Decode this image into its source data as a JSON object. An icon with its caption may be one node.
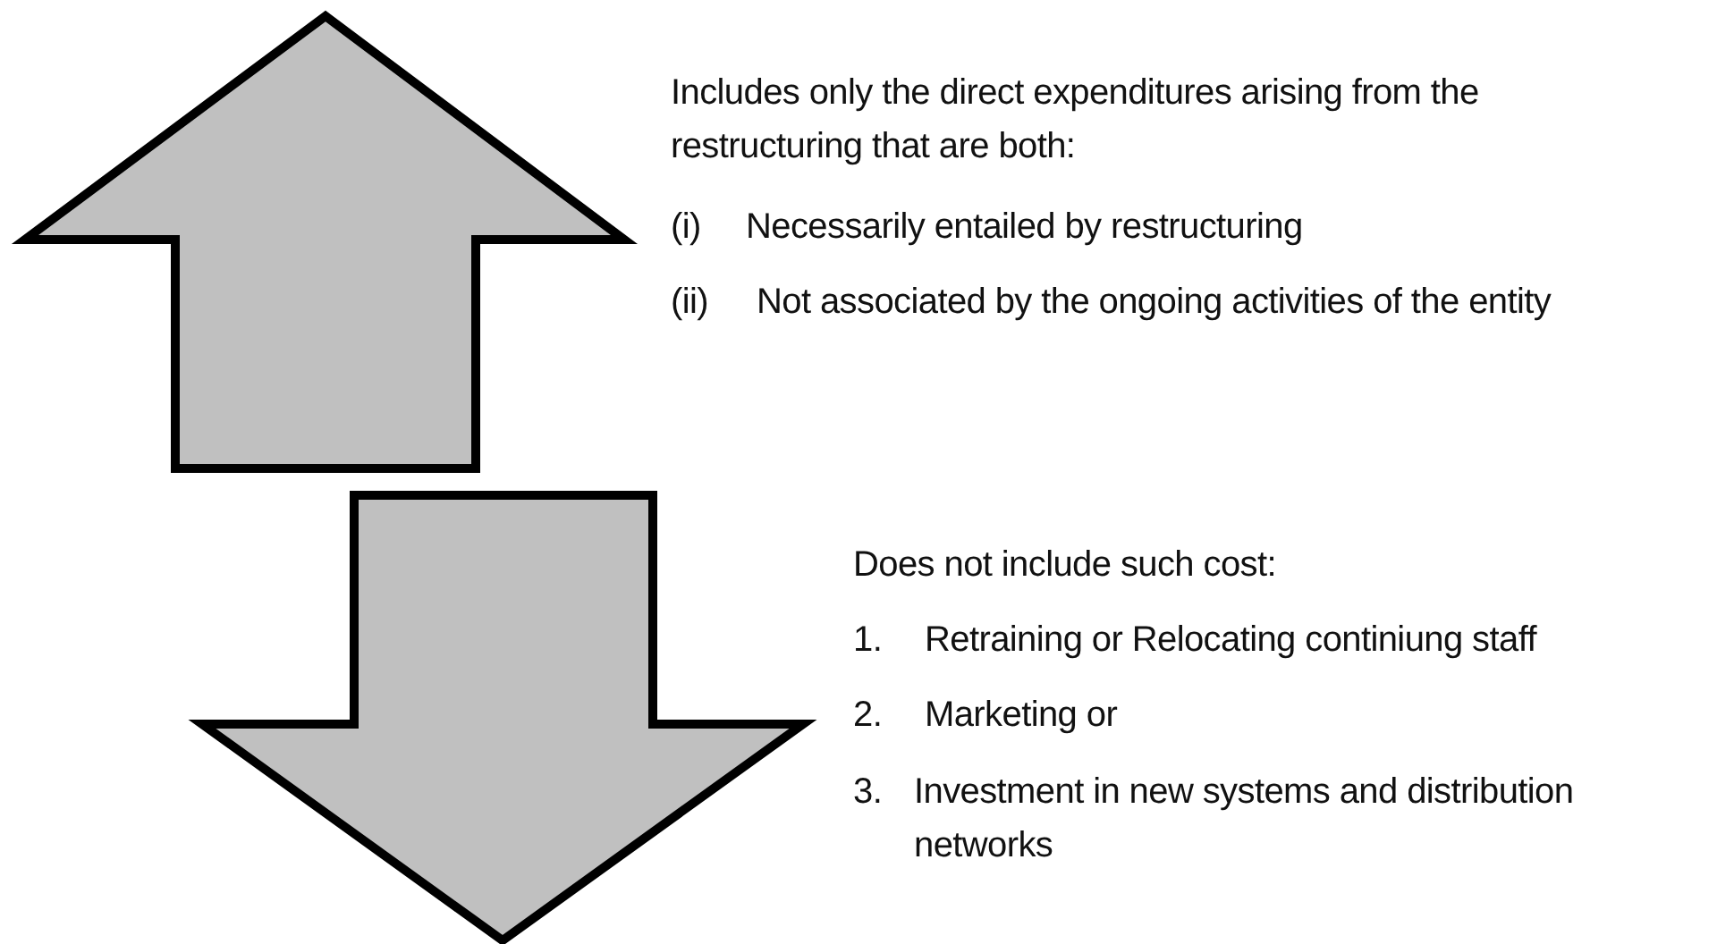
{
  "diagram": {
    "labels": [
      "Includes only the direct expenditures arising from the restructuring that are both:",
      "(i)",
      "Necessarily entailed by restructuring",
      "(ii)",
      "Not associated by the ongoing activities of the entity",
      "Does not include such cost:",
      "1.",
      "Retraining or Relocating continiung staff",
      "2.",
      "Marketing or",
      "3.",
      "Investment in new systems and distribution networks"
    ]
  }
}
